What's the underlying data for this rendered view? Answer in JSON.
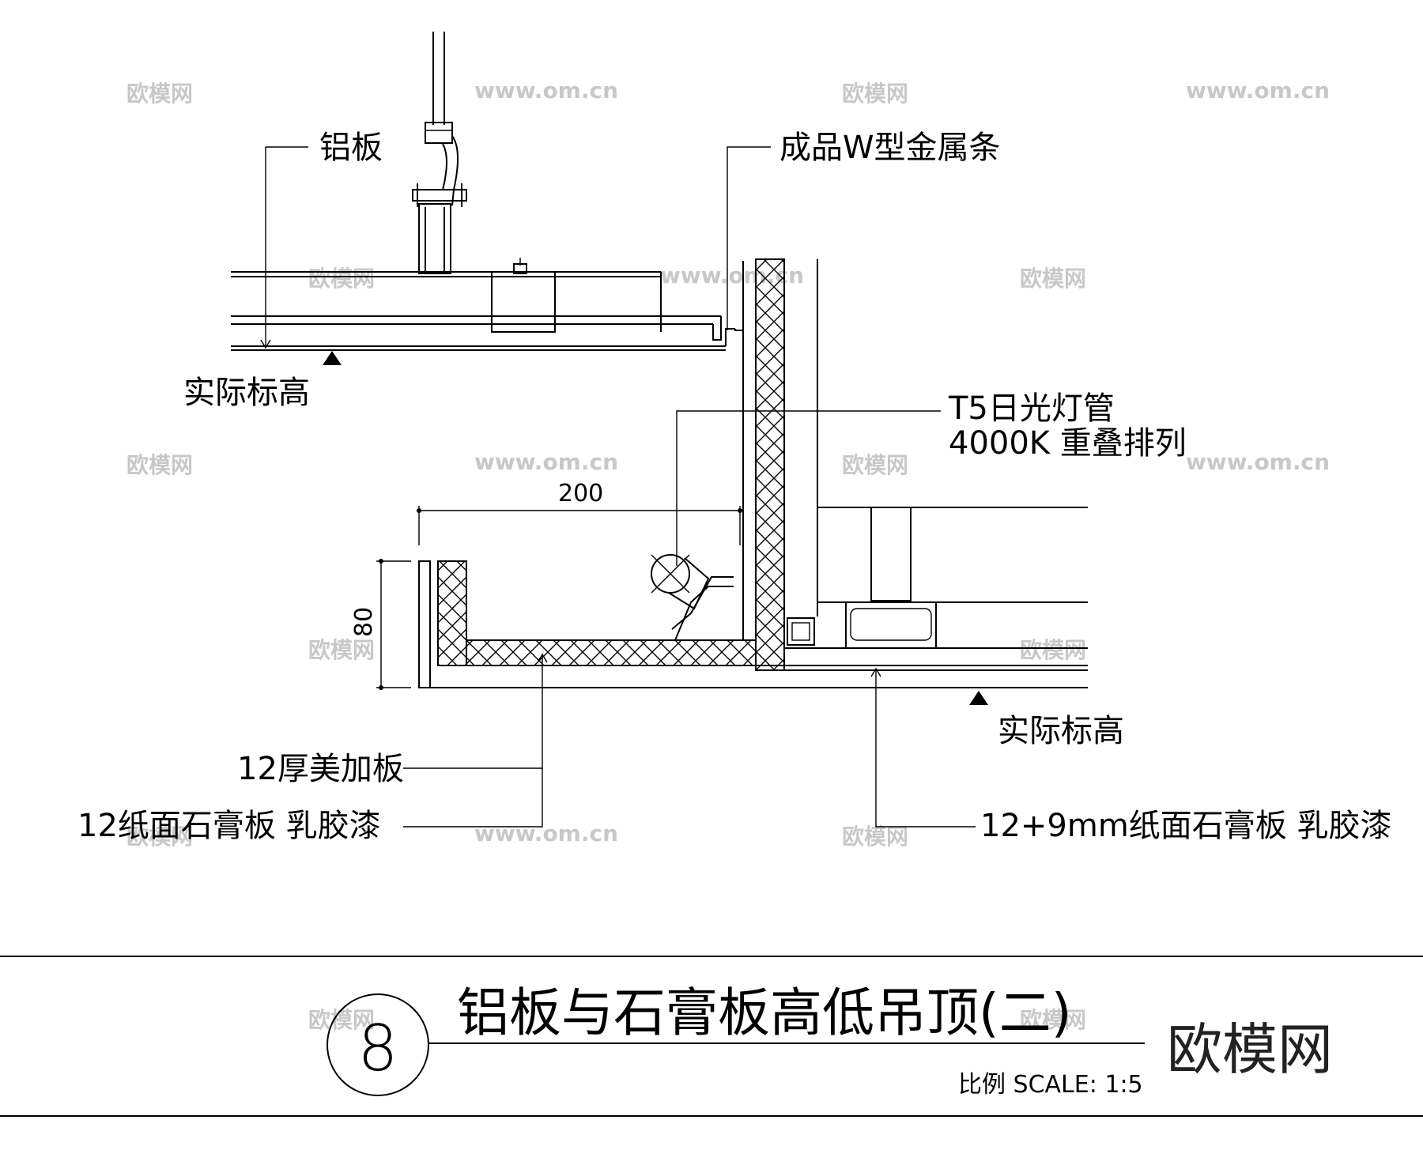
{
  "labels": {
    "aluminum_panel": "铝板",
    "w_metal_strip": "成品W型金属条",
    "actual_level_left": "实际标高",
    "t5_tube_line1": "T5日光灯管",
    "t5_tube_line2": "4000K 重叠排列",
    "dim_width": "200",
    "dim_height": "80",
    "actual_level_right": "实际标高",
    "plywood": "12厚美加板",
    "gypsum_left": "12纸面石膏板 乳胶漆",
    "gypsum_right": "12+9mm纸面石膏板 乳胶漆"
  },
  "title_block": {
    "number": "8",
    "title": "铝板与石膏板高低吊顶(二)",
    "scale": "比例 SCALE: 1:5"
  },
  "watermark": {
    "brand": "欧模网",
    "url": "www.om.cn"
  },
  "colors": {
    "line": "#000000",
    "watermark": "#c8c8c8"
  }
}
